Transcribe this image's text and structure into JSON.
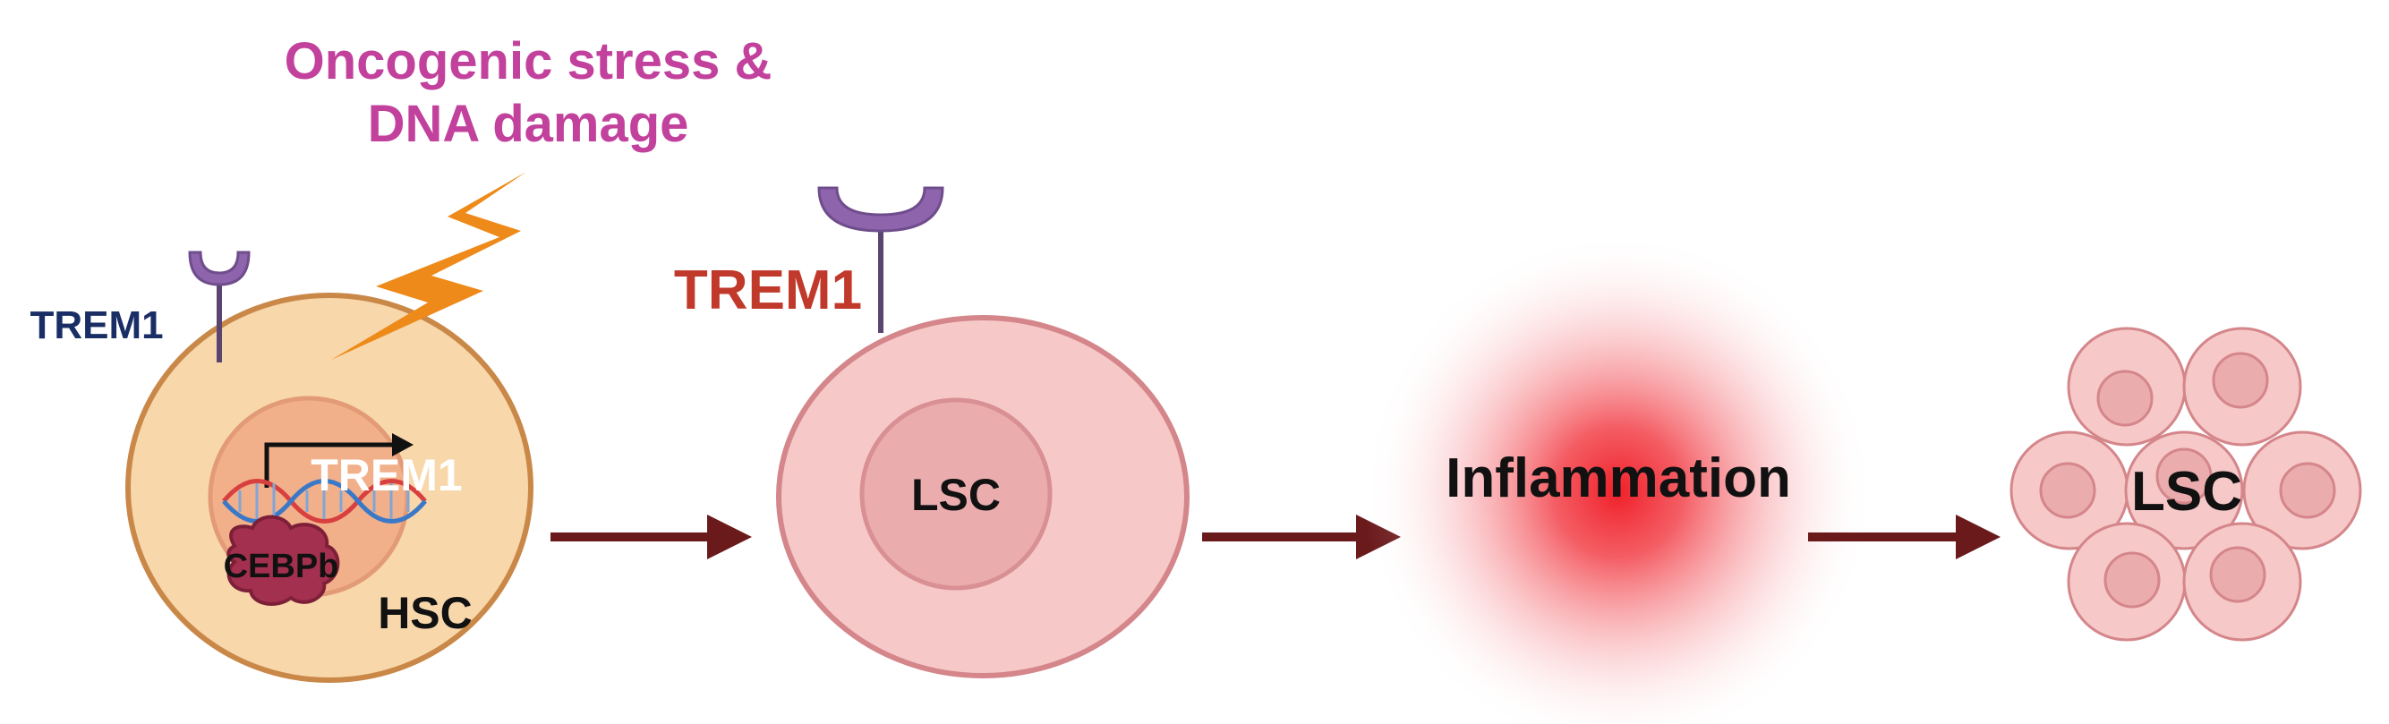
{
  "labels": {
    "stress_line1": "Oncogenic stress &",
    "stress_line2": "DNA damage",
    "trem1_left": "TREM1",
    "trem1_nucleus": "TREM1",
    "cebpb": "CEBPb",
    "hsc": "HSC",
    "trem1_lsc": "TREM1",
    "lsc_single": "LSC",
    "inflammation": "Inflammation",
    "lsc_cluster": "LSC"
  },
  "colors": {
    "stress_text": "#c2419d",
    "trem1_left_text": "#1a2e66",
    "trem1_lsc_text": "#c0392b",
    "lightning": "#ee8a1a",
    "arrow": "#6b1a1c",
    "receptor": "#8e64ad",
    "hsc_fill": "#f8d7ab",
    "hsc_stroke": "#c98848",
    "lsc_fill": "#f6c8c8",
    "lsc_stroke": "#d4868a",
    "inflammation_core": "#f0202a"
  }
}
